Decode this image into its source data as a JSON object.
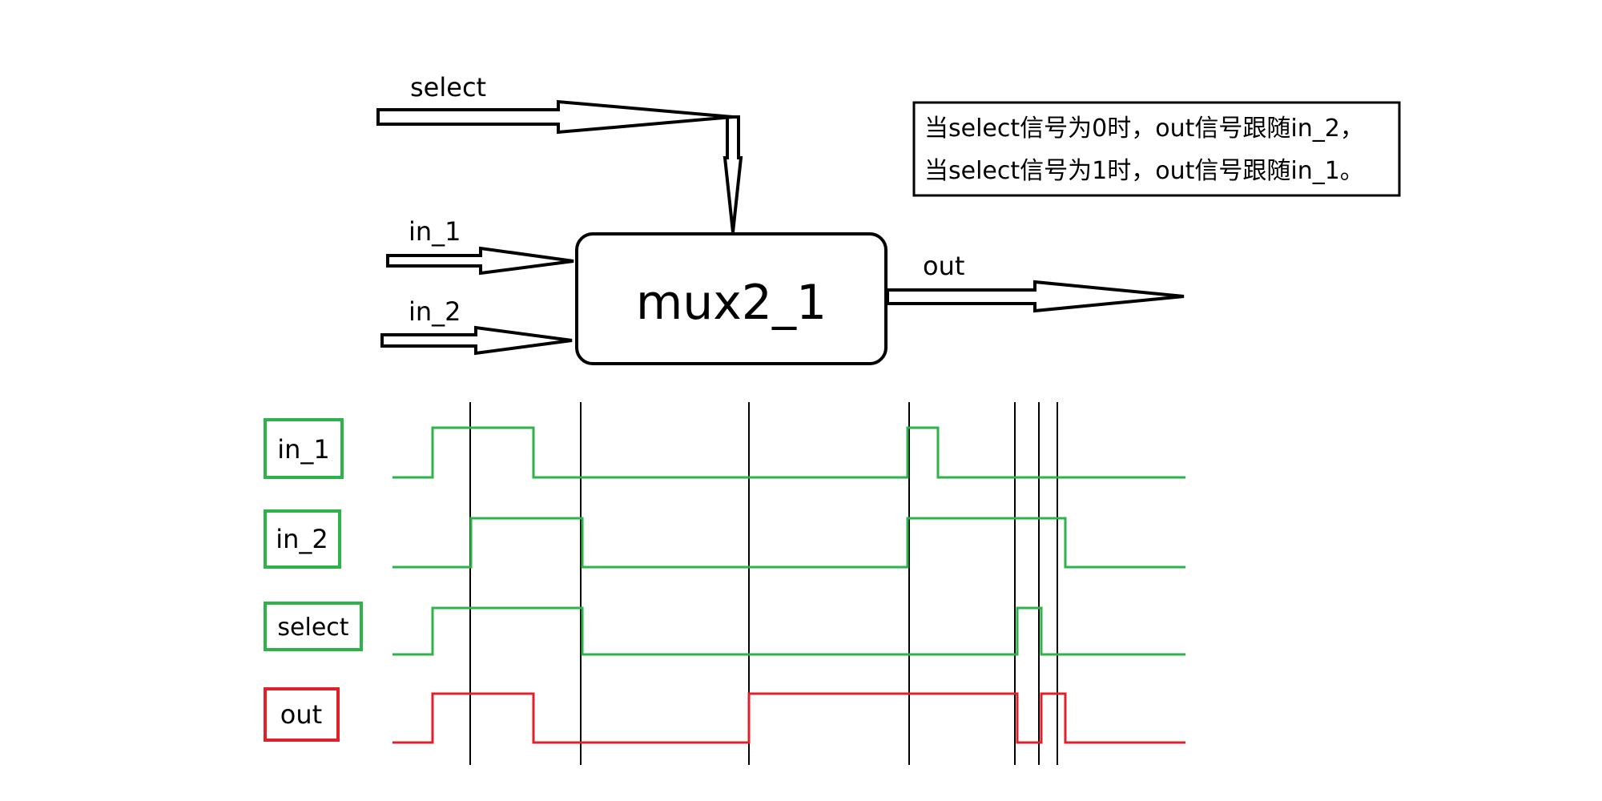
{
  "block": {
    "name": "mux2_1",
    "inputs": [
      "select",
      "in_1",
      "in_2"
    ],
    "output": "out"
  },
  "note": {
    "line1": "当select信号为0时，out信号跟随in_2，",
    "line2": "当select信号为1时，out信号跟随in_1。"
  },
  "waveforms": [
    {
      "label": "in_1",
      "color": "#2db34a",
      "levels": [
        0,
        1,
        1,
        0,
        0,
        0,
        1,
        0,
        0,
        0,
        0
      ]
    },
    {
      "label": "in_2",
      "color": "#2db34a",
      "levels": [
        0,
        0,
        1,
        1,
        0,
        0,
        1,
        1,
        1,
        1,
        0
      ]
    },
    {
      "label": "select",
      "color": "#2db34a",
      "levels": [
        0,
        1,
        1,
        1,
        0,
        0,
        0,
        0,
        1,
        0,
        0
      ]
    },
    {
      "label": "out",
      "color": "#e0202a",
      "levels": [
        0,
        1,
        1,
        0,
        0,
        1,
        1,
        1,
        0,
        1,
        0
      ]
    }
  ],
  "colors": {
    "signal": "#2db34a",
    "output": "#e0202a",
    "line": "#000000"
  }
}
